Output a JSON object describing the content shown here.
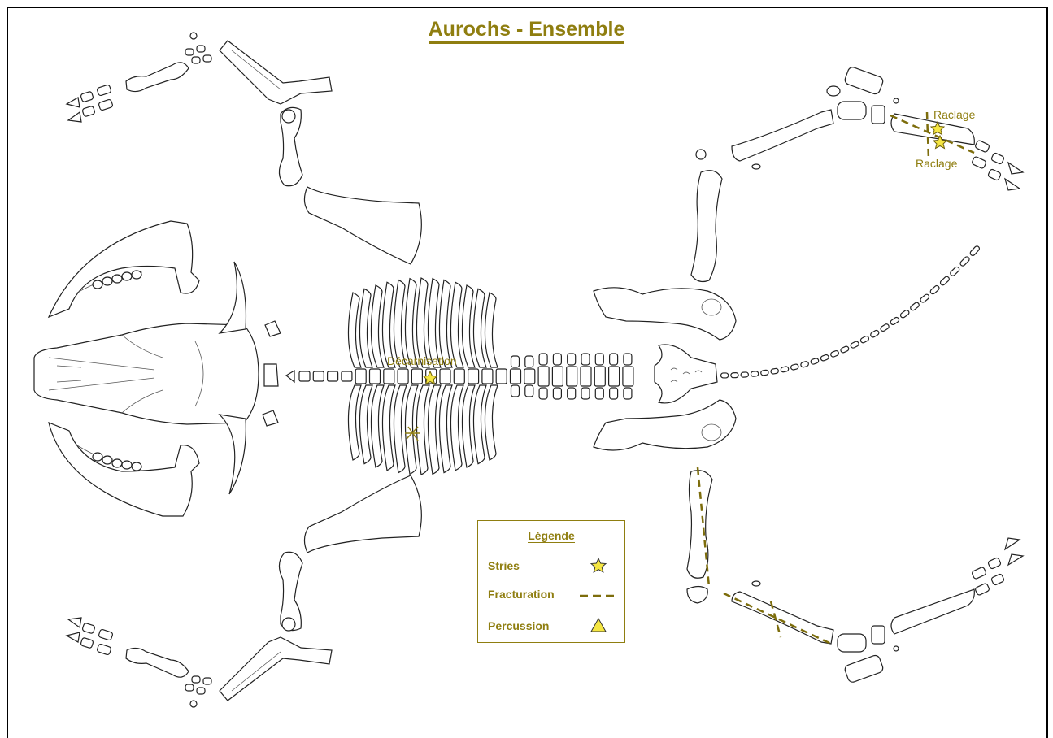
{
  "title": "Aurochs - Ensemble",
  "annotations": {
    "decarnisation": "Décarnisation",
    "raclage_top": "Raclage",
    "raclage_bottom": "Raclage"
  },
  "legend": {
    "title": "Légende",
    "items": [
      {
        "label": "Stries",
        "symbol": "star-icon"
      },
      {
        "label": "Fracturation",
        "symbol": "dashed-line-icon"
      },
      {
        "label": "Percussion",
        "symbol": "triangle-icon"
      }
    ]
  },
  "colors": {
    "accent": "#8f7e10",
    "marker_fill": "#f5e642",
    "fracture_line": "#7d6d0c"
  }
}
